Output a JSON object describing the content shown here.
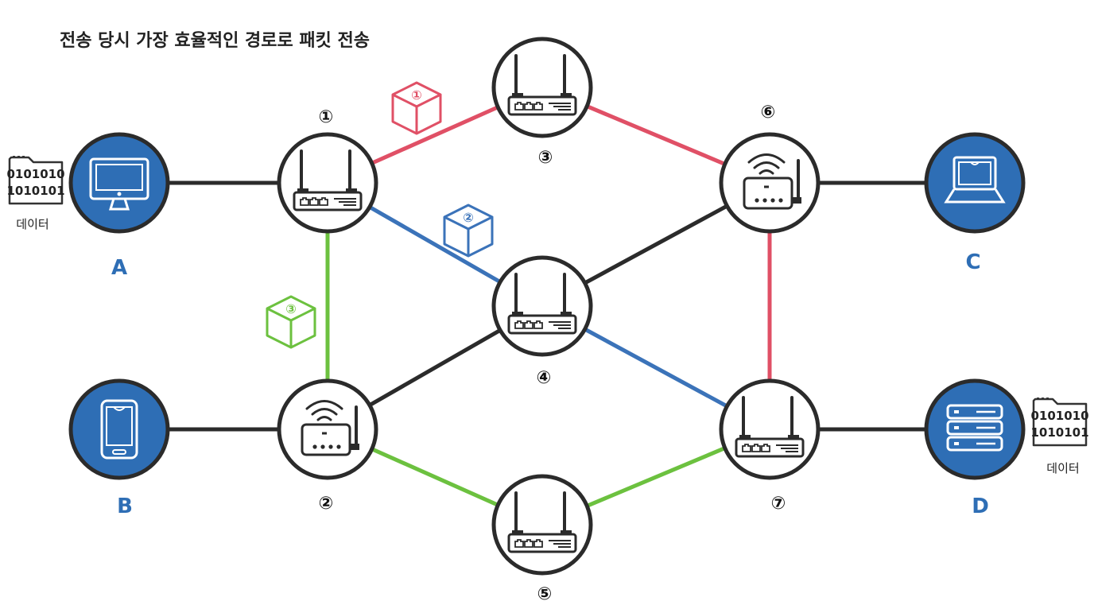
{
  "title": "전송 당시 가장 효율적인 경로로 패킷 전송",
  "colors": {
    "red": "#e05066",
    "blue": "#3b73b9",
    "green": "#6cc13f",
    "dark": "#2b2b2b",
    "device_fill": "#2e6eb5"
  },
  "routers": [
    {
      "id": "r1",
      "label": "①",
      "icon": "router-icon"
    },
    {
      "id": "r2",
      "label": "②",
      "icon": "wifi-router-icon"
    },
    {
      "id": "r3",
      "label": "③",
      "icon": "router-icon"
    },
    {
      "id": "r4",
      "label": "④",
      "icon": "router-icon"
    },
    {
      "id": "r5",
      "label": "⑤",
      "icon": "router-icon"
    },
    {
      "id": "r6",
      "label": "⑥",
      "icon": "wifi-router-icon"
    },
    {
      "id": "r7",
      "label": "⑦",
      "icon": "router-icon"
    }
  ],
  "devices": [
    {
      "id": "A",
      "label": "A",
      "icon": "desktop-monitor-icon"
    },
    {
      "id": "B",
      "label": "B",
      "icon": "smartphone-icon"
    },
    {
      "id": "C",
      "label": "C",
      "icon": "laptop-icon"
    },
    {
      "id": "D",
      "label": "D",
      "icon": "server-icon"
    }
  ],
  "data_files": [
    {
      "id": "fileA",
      "line1": "0101010",
      "line2": "1010101",
      "label": "데이터",
      "icon": "data-file-icon"
    },
    {
      "id": "fileD",
      "line1": "0101010",
      "line2": "1010101",
      "label": "데이터",
      "icon": "data-file-icon"
    }
  ],
  "packets": [
    {
      "id": "p1",
      "label": "①",
      "color": "red",
      "icon": "packet-cube-icon"
    },
    {
      "id": "p2",
      "label": "②",
      "color": "blue",
      "icon": "packet-cube-icon"
    },
    {
      "id": "p3",
      "label": "③",
      "color": "green",
      "icon": "packet-cube-icon"
    }
  ],
  "links": [
    {
      "from": "A",
      "to": "r1",
      "color": "dark"
    },
    {
      "from": "B",
      "to": "r2",
      "color": "dark"
    },
    {
      "from": "r1",
      "to": "r3",
      "color": "red"
    },
    {
      "from": "r3",
      "to": "r6",
      "color": "red"
    },
    {
      "from": "r6",
      "to": "r7",
      "color": "red"
    },
    {
      "from": "r1",
      "to": "r4",
      "color": "blue"
    },
    {
      "from": "r4",
      "to": "r7",
      "color": "blue"
    },
    {
      "from": "r1",
      "to": "r2",
      "color": "green"
    },
    {
      "from": "r2",
      "to": "r5",
      "color": "green"
    },
    {
      "from": "r5",
      "to": "r7",
      "color": "green"
    },
    {
      "from": "r2",
      "to": "r4",
      "color": "dark"
    },
    {
      "from": "r4",
      "to": "r6",
      "color": "dark"
    },
    {
      "from": "r6",
      "to": "C",
      "color": "dark"
    },
    {
      "from": "r7",
      "to": "D",
      "color": "dark"
    }
  ]
}
